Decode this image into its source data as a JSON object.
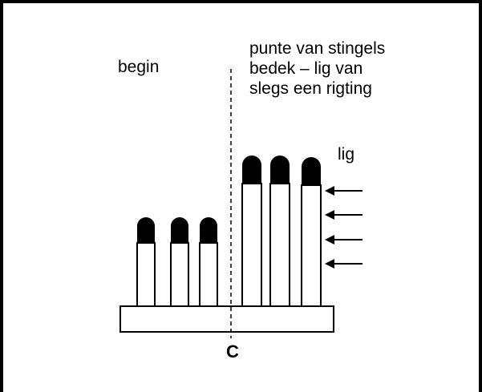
{
  "labels": {
    "begin": "begin",
    "note_lines": [
      "punte van stingels",
      "bedek – lig van",
      "slegs een rigting"
    ],
    "light": "lig",
    "center": "C"
  },
  "diagram": {
    "short_stems": 3,
    "tall_stems": 3,
    "light_arrows": 4,
    "light_direction": "from right",
    "divider": "dashed vertical line",
    "stem_fill": "#ffffff",
    "tip_fill": "#000000",
    "stroke": "#000000"
  }
}
